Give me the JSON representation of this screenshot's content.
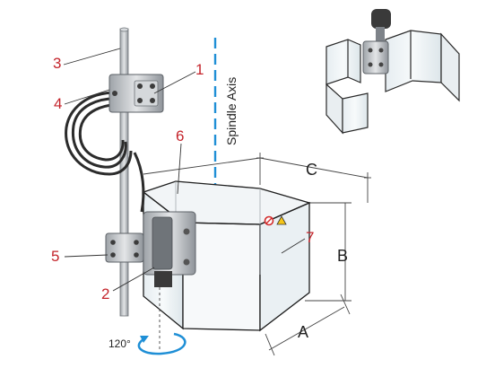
{
  "diagram": {
    "axis_label": "Spindle Axis",
    "rotation_label": "120°",
    "dimensions": [
      "A",
      "B",
      "C"
    ],
    "callouts": [
      "1",
      "2",
      "3",
      "4",
      "5",
      "6",
      "7"
    ],
    "colors": {
      "callout": "#c4242b",
      "axis": "#1f8fd6",
      "shield_fill": "#eef3f6",
      "mount_metal": "#c9ccd0",
      "cable": "#2b2b2b",
      "rotation_arrow": "#1f8fd6"
    }
  }
}
